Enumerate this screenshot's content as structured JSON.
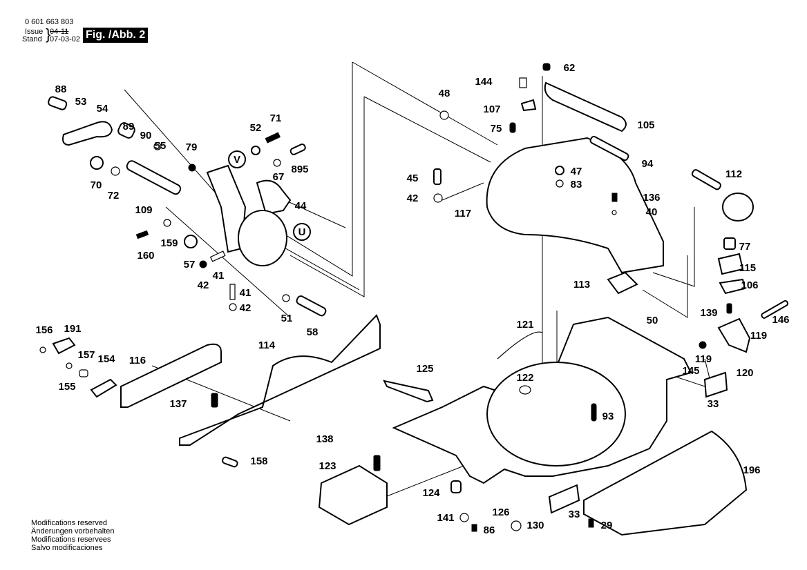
{
  "header": {
    "document_number": "0 601 663 803",
    "issue_label": "Issue",
    "stand_label": "Stand",
    "issue_value": "04-11",
    "stand_value": "07-03-02",
    "figure_label": "Fig. /Abb. 2"
  },
  "footer": {
    "notes": [
      "Modifications reserved",
      "Änderungen vorbehalten",
      "Modifications reservees",
      "Salvo modificaciones"
    ]
  },
  "markers": [
    "V",
    "U"
  ],
  "parts": [
    {
      "id": "88"
    },
    {
      "id": "53"
    },
    {
      "id": "54"
    },
    {
      "id": "89"
    },
    {
      "id": "90"
    },
    {
      "id": "55"
    },
    {
      "id": "79"
    },
    {
      "id": "52"
    },
    {
      "id": "71"
    },
    {
      "id": "895"
    },
    {
      "id": "67"
    },
    {
      "id": "44"
    },
    {
      "id": "70"
    },
    {
      "id": "72"
    },
    {
      "id": "109"
    },
    {
      "id": "159"
    },
    {
      "id": "160"
    },
    {
      "id": "57"
    },
    {
      "id": "42"
    },
    {
      "id": "41"
    },
    {
      "id": "41"
    },
    {
      "id": "42"
    },
    {
      "id": "51"
    },
    {
      "id": "58"
    },
    {
      "id": "48"
    },
    {
      "id": "144"
    },
    {
      "id": "62"
    },
    {
      "id": "107"
    },
    {
      "id": "75"
    },
    {
      "id": "105"
    },
    {
      "id": "94"
    },
    {
      "id": "47"
    },
    {
      "id": "83"
    },
    {
      "id": "45"
    },
    {
      "id": "42"
    },
    {
      "id": "117"
    },
    {
      "id": "136"
    },
    {
      "id": "40"
    },
    {
      "id": "112"
    },
    {
      "id": "77"
    },
    {
      "id": "115"
    },
    {
      "id": "106"
    },
    {
      "id": "113"
    },
    {
      "id": "139"
    },
    {
      "id": "146"
    },
    {
      "id": "119"
    },
    {
      "id": "119"
    },
    {
      "id": "145"
    },
    {
      "id": "120"
    },
    {
      "id": "50"
    },
    {
      "id": "121"
    },
    {
      "id": "122"
    },
    {
      "id": "93"
    },
    {
      "id": "33"
    },
    {
      "id": "33"
    },
    {
      "id": "196"
    },
    {
      "id": "29"
    },
    {
      "id": "125"
    },
    {
      "id": "138"
    },
    {
      "id": "123"
    },
    {
      "id": "124"
    },
    {
      "id": "126"
    },
    {
      "id": "141"
    },
    {
      "id": "86"
    },
    {
      "id": "130"
    },
    {
      "id": "156"
    },
    {
      "id": "191"
    },
    {
      "id": "157"
    },
    {
      "id": "154"
    },
    {
      "id": "155"
    },
    {
      "id": "116"
    },
    {
      "id": "114"
    },
    {
      "id": "137"
    },
    {
      "id": "158"
    }
  ]
}
